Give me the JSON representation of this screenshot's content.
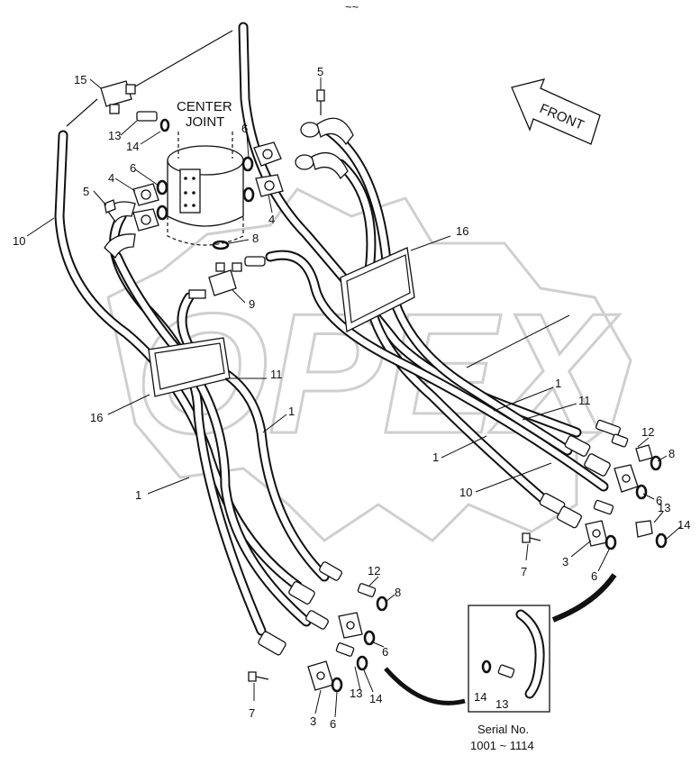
{
  "header_mark": "~~",
  "center_joint": {
    "line1": "CENTER",
    "line2": "JOINT"
  },
  "front_arrow": {
    "label": "FRONT"
  },
  "watermark": {
    "text": "OPEX",
    "icon": "gear-icon"
  },
  "callouts": {
    "c15": "15",
    "c13a": "13",
    "c14a": "14",
    "c5a": "5",
    "c6a": "6",
    "c4a": "4",
    "c6b": "6",
    "c4b": "4",
    "c5b": "5",
    "c10a": "10",
    "c8a": "8",
    "c9": "9",
    "c16a": "16",
    "c16b": "16",
    "c11a": "11",
    "c1a": "1",
    "c1b": "1",
    "c1c": "1",
    "c11b": "11",
    "c1d": "1",
    "c12a": "12",
    "c8b": "8",
    "c6c": "6",
    "c10b": "10",
    "c13b": "13",
    "c14b": "14",
    "c7a": "7",
    "c3a": "3",
    "c6d": "6",
    "c12b": "12",
    "c8c": "8",
    "c6e": "6",
    "c13c": "13",
    "c14c": "14",
    "c7b": "7",
    "c3b": "3",
    "c6f": "6",
    "c14d": "14",
    "c13d": "13"
  },
  "inset": {
    "serial_label": "Serial No.",
    "serial_range": "1001 ~ 1114"
  }
}
